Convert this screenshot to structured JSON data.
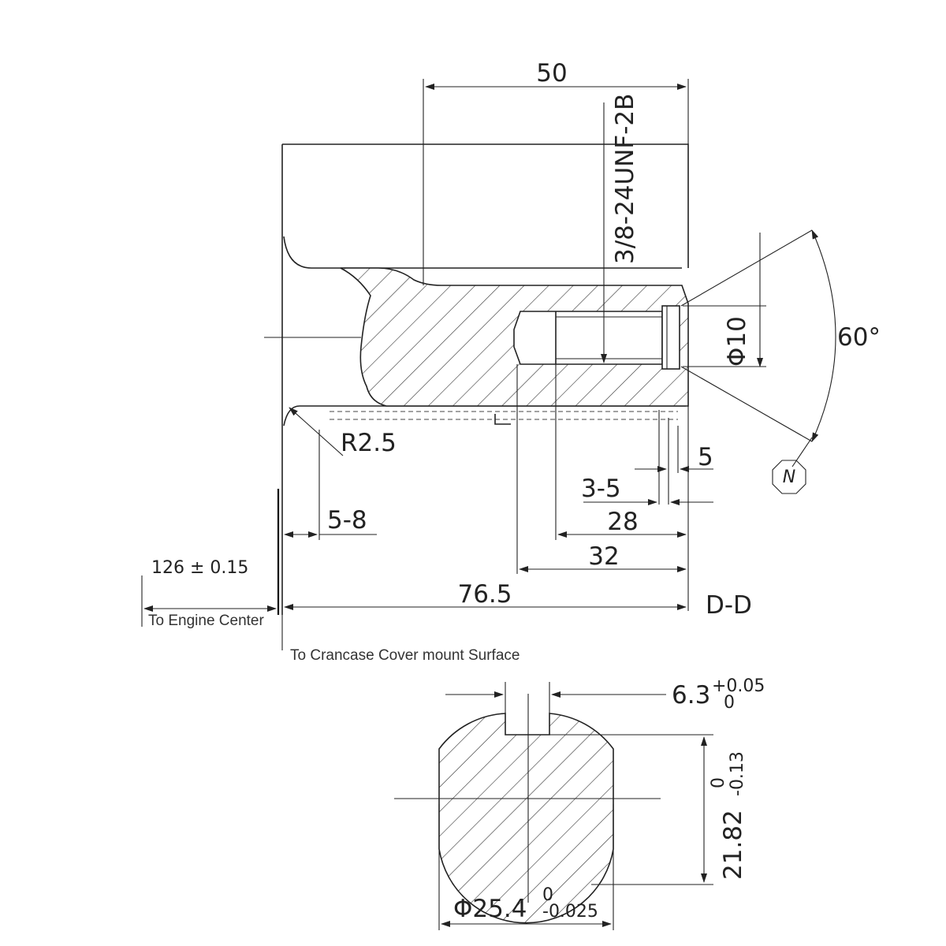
{
  "drawing": {
    "section_label": "D-D",
    "section_marker": "D",
    "dimensions": {
      "length_50": "50",
      "thread": "3/8-24UNF-2B",
      "bore_dia": "Φ10",
      "angle": "60°",
      "radius": "R2.5",
      "dim_5": "5",
      "dim_3_5": "3-5",
      "dim_28": "28",
      "dim_32": "32",
      "dim_5_8": "5-8",
      "dim_76_5": "76.5",
      "engine_offset": "126 ± 0.15",
      "key_width": "6.3",
      "key_width_tol_upper": "+0.05",
      "key_width_tol_lower": "0",
      "flat_height": "21.82",
      "flat_height_tol": "0",
      "flat_height_tol_lower": "-0.13",
      "shaft_dia": "Φ25.4",
      "shaft_dia_tol_upper": "0",
      "shaft_dia_tol_lower": "-0.025",
      "symbol_n": "N"
    },
    "notes": {
      "engine_center": "To Engine Center",
      "crankcase": "To Crancase Cover mount Surface"
    }
  }
}
